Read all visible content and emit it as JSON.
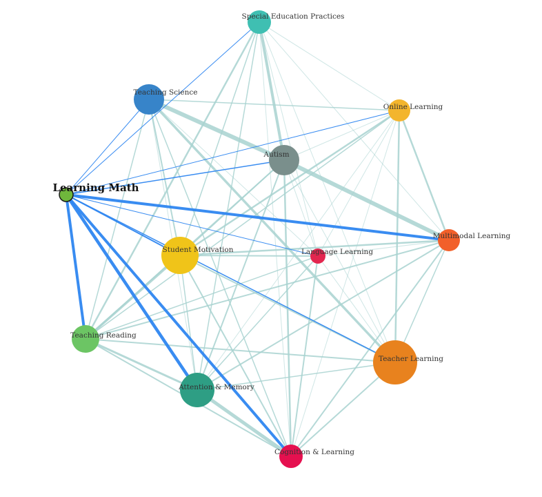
{
  "graph": {
    "focused_node": "learning-math",
    "colors": {
      "default_edge": "#a8d2d0",
      "highlight_edge": "#2e86f0"
    },
    "nodes": [
      {
        "id": "special-education",
        "label": "Special Education Practices",
        "color": "#3fbfb2"
      },
      {
        "id": "teaching-science",
        "label": "Teaching Science",
        "color": "#3784c9"
      },
      {
        "id": "online-learning",
        "label": "Online Learning",
        "color": "#f3b52d"
      },
      {
        "id": "autism",
        "label": "Autism",
        "color": "#7a8f8c"
      },
      {
        "id": "learning-math",
        "label": "Learning Math",
        "color": "#6fb73c"
      },
      {
        "id": "multimodal-learning",
        "label": "Multimodal Learning",
        "color": "#f2602a"
      },
      {
        "id": "student-motivation",
        "label": "Student Motivation",
        "color": "#f0c419"
      },
      {
        "id": "language-learning",
        "label": "Language Learning",
        "color": "#e3264f"
      },
      {
        "id": "teaching-reading",
        "label": "Teaching Reading",
        "color": "#6cc564"
      },
      {
        "id": "teacher-learning",
        "label": "Teacher Learning",
        "color": "#e8821e"
      },
      {
        "id": "attention-memory",
        "label": "Attention & Memory",
        "color": "#2e9e84"
      },
      {
        "id": "cognition-learning",
        "label": "Cognition & Learning",
        "color": "#e5104f"
      }
    ],
    "edges": [
      {
        "source": "learning-math",
        "target": "special-education",
        "weight": 1
      },
      {
        "source": "learning-math",
        "target": "teaching-science",
        "weight": 1
      },
      {
        "source": "learning-math",
        "target": "online-learning",
        "weight": 1
      },
      {
        "source": "learning-math",
        "target": "autism",
        "weight": 1.5
      },
      {
        "source": "learning-math",
        "target": "multimodal-learning",
        "weight": 4
      },
      {
        "source": "learning-math",
        "target": "student-motivation",
        "weight": 2
      },
      {
        "source": "learning-math",
        "target": "language-learning",
        "weight": 1
      },
      {
        "source": "learning-math",
        "target": "teaching-reading",
        "weight": 4
      },
      {
        "source": "learning-math",
        "target": "teacher-learning",
        "weight": 1.5
      },
      {
        "source": "learning-math",
        "target": "attention-memory",
        "weight": 4.5
      },
      {
        "source": "learning-math",
        "target": "cognition-learning",
        "weight": 4
      },
      {
        "source": "teaching-science",
        "target": "autism",
        "weight": 6
      },
      {
        "source": "autism",
        "target": "multimodal-learning",
        "weight": 6
      },
      {
        "source": "teaching-science",
        "target": "teacher-learning",
        "weight": 3.5
      },
      {
        "source": "teaching-science",
        "target": "online-learning",
        "weight": 1.5
      },
      {
        "source": "teaching-science",
        "target": "student-motivation",
        "weight": 2
      },
      {
        "source": "teaching-science",
        "target": "teaching-reading",
        "weight": 1.5
      },
      {
        "source": "teaching-science",
        "target": "attention-memory",
        "weight": 1
      },
      {
        "source": "teaching-science",
        "target": "cognition-learning",
        "weight": 1.5
      },
      {
        "source": "teaching-science",
        "target": "language-learning",
        "weight": 1
      },
      {
        "source": "special-education",
        "target": "autism",
        "weight": 4
      },
      {
        "source": "special-education",
        "target": "teacher-learning",
        "weight": 1
      },
      {
        "source": "special-education",
        "target": "teaching-reading",
        "weight": 2.5
      },
      {
        "source": "special-education",
        "target": "student-motivation",
        "weight": 1.5
      },
      {
        "source": "special-education",
        "target": "attention-memory",
        "weight": 1.5
      },
      {
        "source": "special-education",
        "target": "online-learning",
        "weight": 1
      },
      {
        "source": "special-education",
        "target": "multimodal-learning",
        "weight": 1
      },
      {
        "source": "special-education",
        "target": "cognition-learning",
        "weight": 1
      },
      {
        "source": "special-education",
        "target": "language-learning",
        "weight": 1
      },
      {
        "source": "online-learning",
        "target": "student-motivation",
        "weight": 2.5
      },
      {
        "source": "online-learning",
        "target": "multimodal-learning",
        "weight": 2.5
      },
      {
        "source": "online-learning",
        "target": "teacher-learning",
        "weight": 2.5
      },
      {
        "source": "online-learning",
        "target": "teaching-reading",
        "weight": 1.5
      },
      {
        "source": "online-learning",
        "target": "attention-memory",
        "weight": 1
      },
      {
        "source": "online-learning",
        "target": "cognition-learning",
        "weight": 1
      },
      {
        "source": "online-learning",
        "target": "autism",
        "weight": 1
      },
      {
        "source": "online-learning",
        "target": "language-learning",
        "weight": 1
      },
      {
        "source": "autism",
        "target": "cognition-learning",
        "weight": 2.5
      },
      {
        "source": "autism",
        "target": "attention-memory",
        "weight": 2
      },
      {
        "source": "autism",
        "target": "student-motivation",
        "weight": 1.5
      },
      {
        "source": "autism",
        "target": "teaching-reading",
        "weight": 2
      },
      {
        "source": "autism",
        "target": "teacher-learning",
        "weight": 1
      },
      {
        "source": "autism",
        "target": "language-learning",
        "weight": 1
      },
      {
        "source": "student-motivation",
        "target": "teaching-reading",
        "weight": 3.5
      },
      {
        "source": "student-motivation",
        "target": "multimodal-learning",
        "weight": 2.5
      },
      {
        "source": "student-motivation",
        "target": "language-learning",
        "weight": 2
      },
      {
        "source": "student-motivation",
        "target": "cognition-learning",
        "weight": 2
      },
      {
        "source": "student-motivation",
        "target": "teacher-learning",
        "weight": 2
      },
      {
        "source": "student-motivation",
        "target": "attention-memory",
        "weight": 1.5
      },
      {
        "source": "multimodal-learning",
        "target": "teaching-reading",
        "weight": 2
      },
      {
        "source": "multimodal-learning",
        "target": "attention-memory",
        "weight": 2
      },
      {
        "source": "multimodal-learning",
        "target": "cognition-learning",
        "weight": 2
      },
      {
        "source": "multimodal-learning",
        "target": "teacher-learning",
        "weight": 1.5
      },
      {
        "source": "multimodal-learning",
        "target": "language-learning",
        "weight": 1
      },
      {
        "source": "teaching-reading",
        "target": "attention-memory",
        "weight": 3
      },
      {
        "source": "teaching-reading",
        "target": "teacher-learning",
        "weight": 2
      },
      {
        "source": "teaching-reading",
        "target": "cognition-learning",
        "weight": 2
      },
      {
        "source": "teaching-reading",
        "target": "language-learning",
        "weight": 1.5
      },
      {
        "source": "attention-memory",
        "target": "cognition-learning",
        "weight": 5
      },
      {
        "source": "attention-memory",
        "target": "teacher-learning",
        "weight": 1.5
      },
      {
        "source": "attention-memory",
        "target": "language-learning",
        "weight": 1.5
      },
      {
        "source": "cognition-learning",
        "target": "teacher-learning",
        "weight": 2
      },
      {
        "source": "language-learning",
        "target": "cognition-learning",
        "weight": 2
      },
      {
        "source": "language-learning",
        "target": "teacher-learning",
        "weight": 1
      }
    ]
  }
}
